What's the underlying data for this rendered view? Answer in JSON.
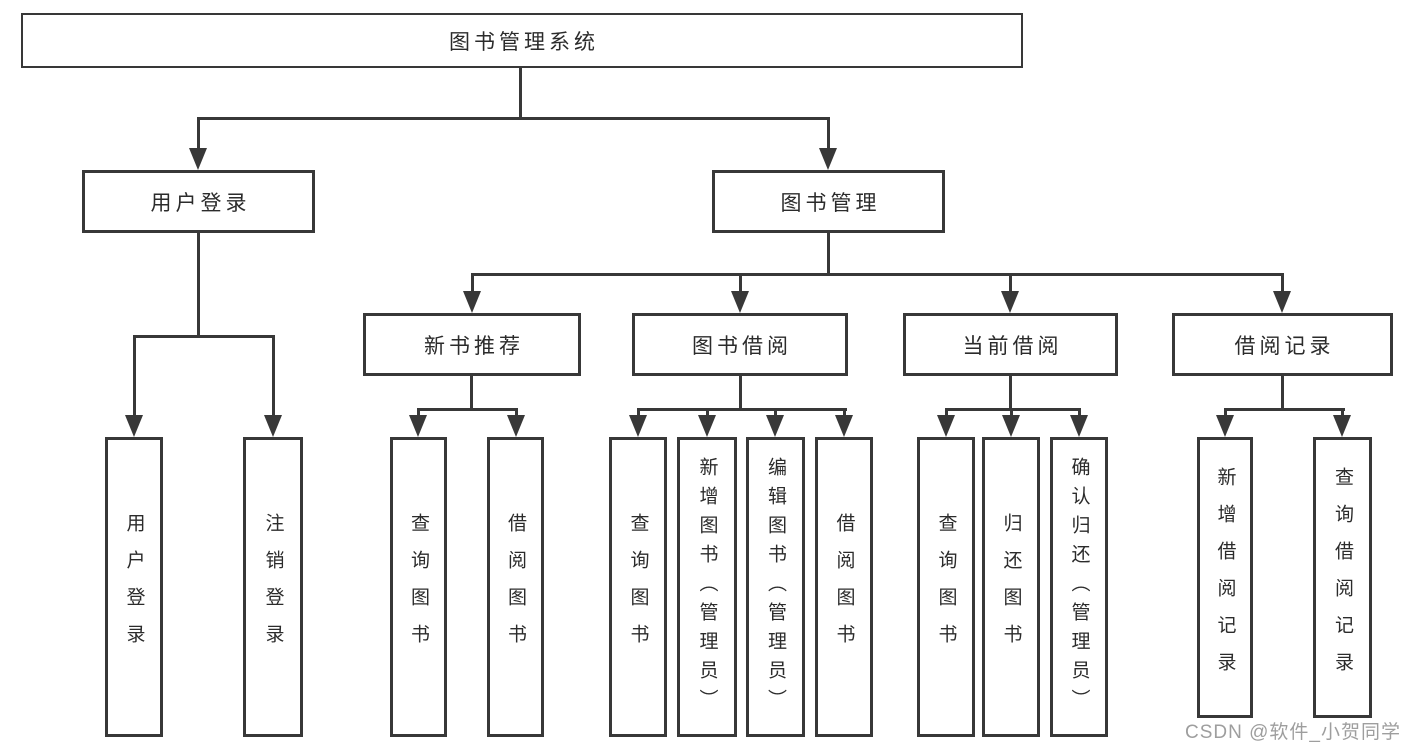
{
  "root": {
    "label": "图书管理系统"
  },
  "branches": {
    "user_login": "用户登录",
    "book_management": "图书管理",
    "new_book_recommend": "新书推荐",
    "book_borrowing": "图书借阅",
    "current_borrowing": "当前借阅",
    "borrowing_records": "借阅记录"
  },
  "leaves": {
    "user_login": "用户登录",
    "logout": "注销登录",
    "query_books": "查询图书",
    "borrow_books": "借阅图书",
    "add_books_admin": "新增图书（管理员）",
    "edit_books_admin": "编辑图书（管理员）",
    "return_books": "归还图书",
    "confirm_return_admin": "确认归还（管理员）",
    "add_borrow_record": "新增借阅记录",
    "query_borrow_record": "查询借阅记录"
  },
  "watermark": "CSDN @软件_小贺同学",
  "colors": {
    "line": "#383838",
    "text": "#2b2b2b",
    "box_fill": "#ffffff",
    "background": "#ffffff",
    "watermark": "#9e9e9e"
  }
}
